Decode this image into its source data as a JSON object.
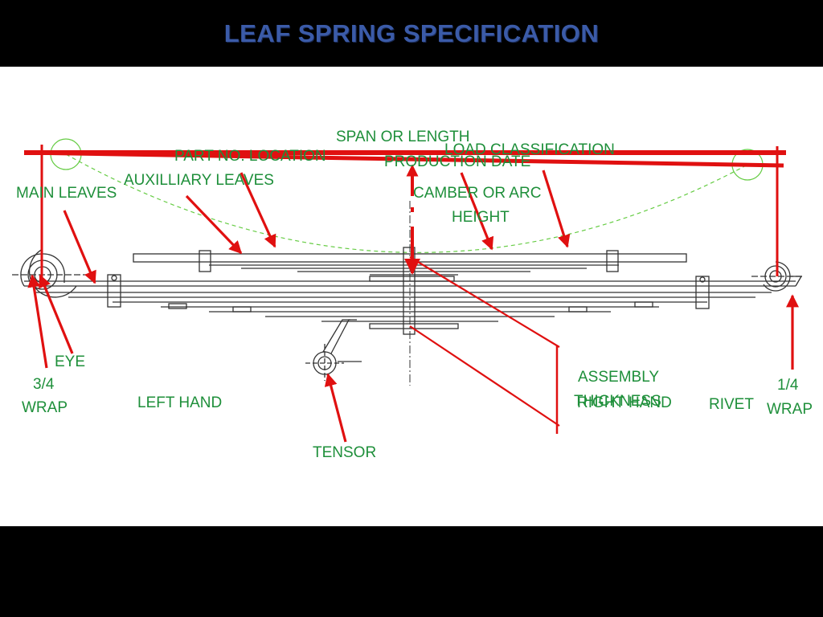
{
  "slide": {
    "title": "LEAF SPRING SPECIFICATION"
  },
  "labels": {
    "span_or_length": "SPAN OR LENGTH",
    "load_classification": "LOAD CLASSIFICATION",
    "part_no_location": "PART NO. LOCATION",
    "production_date": "PRODUCTION DATE",
    "auxilliary_leaves": "AUXILLIARY LEAVES",
    "main_leaves": "MAIN LEAVES",
    "camber_or_arc": "CAMBER OR ARC",
    "height": "HEIGHT",
    "eye": "EYE",
    "three_quarter": "3/4",
    "wrap_left": "WRAP",
    "left_hand": "LEFT HAND",
    "assembly": "ASSEMBLY",
    "thickness": "THICKNESS",
    "right_hand": "RIGHT HAND",
    "rivet": "RIVET",
    "one_quarter": "1/4",
    "wrap_right": "WRAP",
    "tensor": "TENSOR"
  },
  "colors": {
    "label_text": "#1e8f3a",
    "annotation_red": "#e01010",
    "title_blue": "#3b5ba8",
    "drawing_ink": "#333333",
    "arc_dashed": "#66cc44"
  }
}
